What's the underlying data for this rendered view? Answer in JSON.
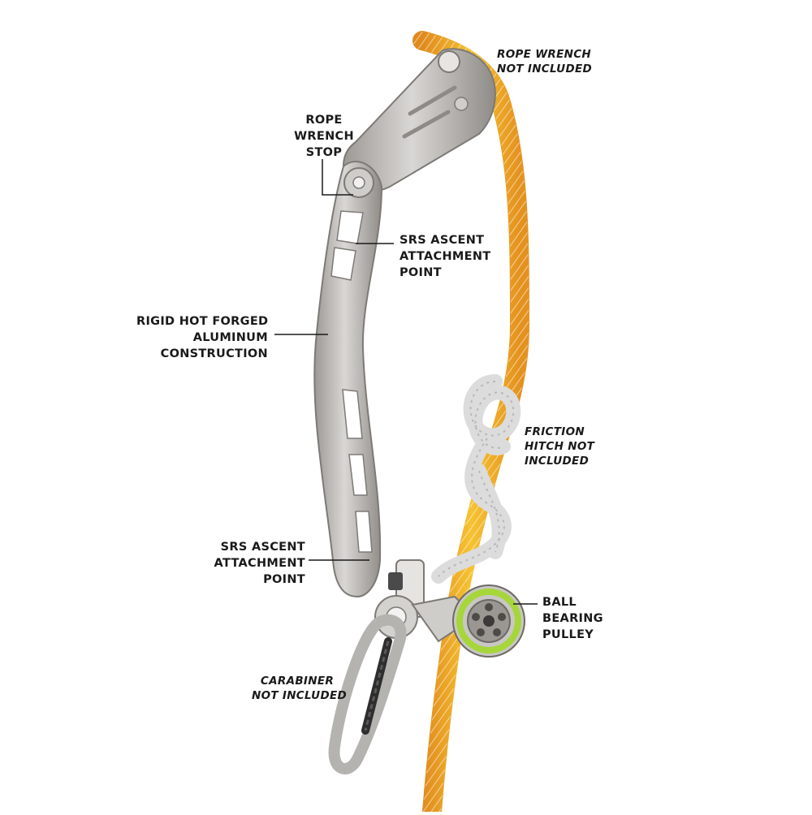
{
  "callouts": {
    "rope_wrench_stop": [
      "ROPE",
      "WRENCH",
      "STOP"
    ],
    "srs_ascent_upper": [
      "SRS ASCENT",
      "ATTACHMENT",
      "POINT"
    ],
    "rigid_construction": [
      "RIGID HOT FORGED",
      "ALUMINUM",
      "CONSTRUCTION"
    ],
    "srs_ascent_lower": [
      "SRS ASCENT",
      "ATTACHMENT",
      "POINT"
    ],
    "ball_bearing_pulley": [
      "BALL",
      "BEARING",
      "PULLEY"
    ],
    "rope_wrench_not_included": [
      "ROPE WRENCH",
      "NOT INCLUDED"
    ],
    "friction_hitch_not_included": [
      "FRICTION",
      "HITCH NOT",
      "INCLUDED"
    ],
    "carabiner_not_included": [
      "CARABINER",
      "NOT INCLUDED"
    ]
  },
  "colors": {
    "rope_yellow": "#f2b21c",
    "rope_orange": "#e9882a",
    "metal": "#b9b7b4",
    "metal_dark": "#8d8a87",
    "hitch_white": "#e6e6e6",
    "pulley_green": "#a6d63a",
    "text": "#1a1a1a"
  }
}
